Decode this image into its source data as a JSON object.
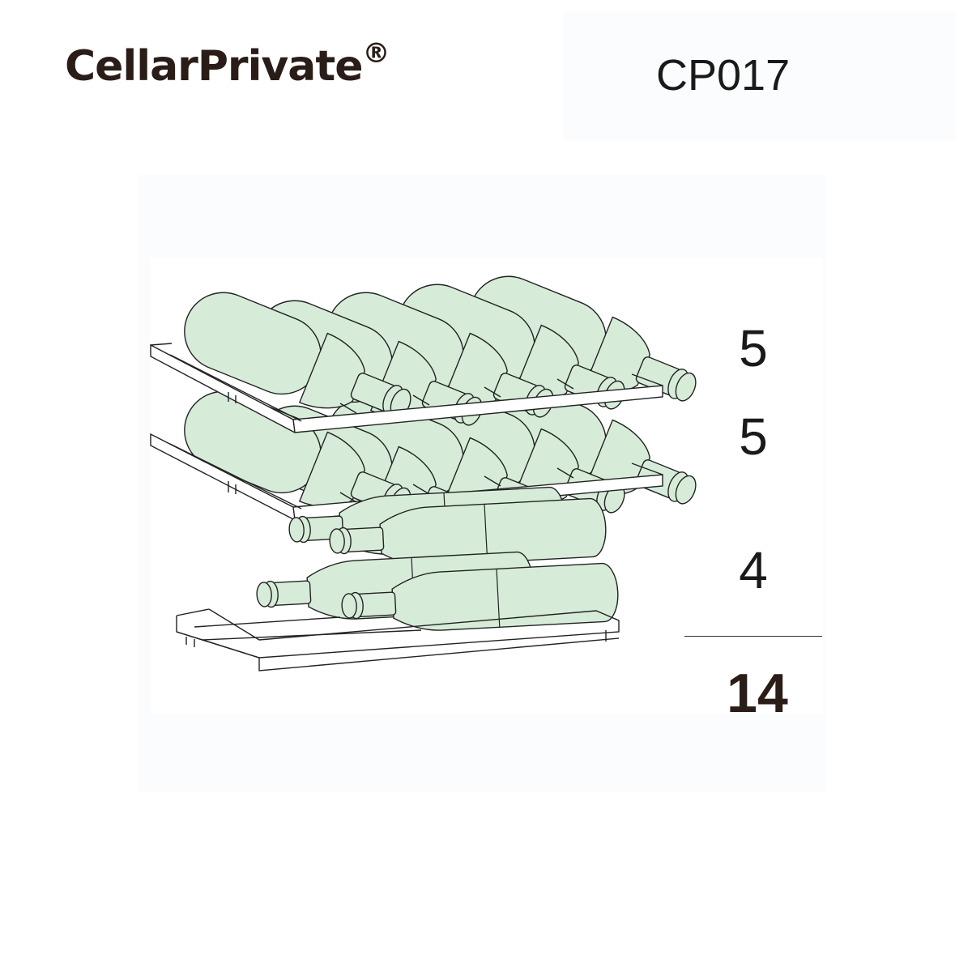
{
  "header": {
    "brand": "CellarPrivate",
    "brand_mark": "®",
    "model": "CP017"
  },
  "shelves": [
    {
      "count": "5"
    },
    {
      "count": "5"
    },
    {
      "count": "4"
    }
  ],
  "total": "14",
  "colors": {
    "bottle_fill": "#d6ecd9",
    "outline": "#222222",
    "text": "#1a1a1a",
    "brand_text": "#2a1d18"
  }
}
